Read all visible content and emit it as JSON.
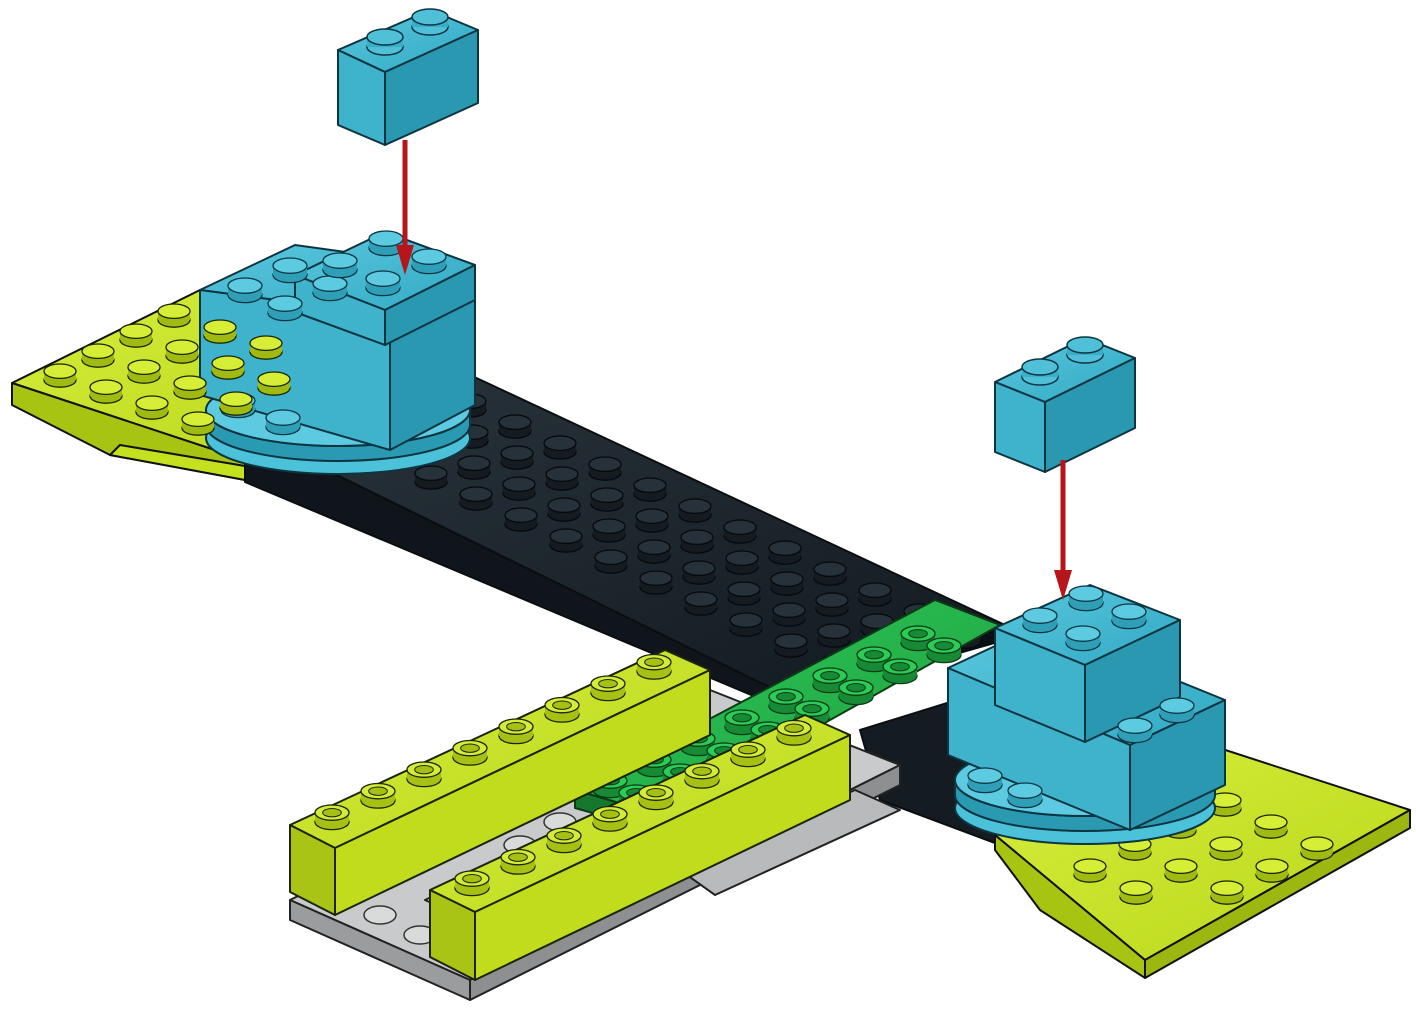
{
  "diagram": {
    "kind": "lego-build-step",
    "background": "#ffffff",
    "colors": {
      "black_plate": "#1a2228",
      "lime": "#c5e31f",
      "green": "#23b34a",
      "azure": "#3db5cf",
      "light_gray": "#c9cacb",
      "arrow": "#b5151b",
      "outline": "#111111"
    },
    "parts": [
      {
        "name": "black-plate-long",
        "color": "black_plate",
        "count": 3
      },
      {
        "name": "lime-wedge-plate-left",
        "color": "lime",
        "count": 1
      },
      {
        "name": "lime-wedge-plate-right",
        "color": "lime",
        "count": 1
      },
      {
        "name": "azure-round-plate-left",
        "color": "azure",
        "count": 1
      },
      {
        "name": "azure-round-plate-right",
        "color": "azure",
        "count": 1
      },
      {
        "name": "azure-brick-2x4",
        "color": "azure",
        "count": 2
      },
      {
        "name": "azure-brick-2x2",
        "color": "azure",
        "count": 2
      },
      {
        "name": "green-plate-cross",
        "color": "green",
        "count": 1
      },
      {
        "name": "lime-technic-beam",
        "color": "lime",
        "count": 2
      },
      {
        "name": "gray-frame-plate",
        "color": "light_gray",
        "count": 1
      }
    ],
    "instructions": [
      {
        "brick": "azure-brick-1x2-left",
        "color": "azure",
        "action": "attach-down"
      },
      {
        "brick": "azure-brick-1x2-right",
        "color": "azure",
        "action": "attach-down"
      }
    ]
  }
}
